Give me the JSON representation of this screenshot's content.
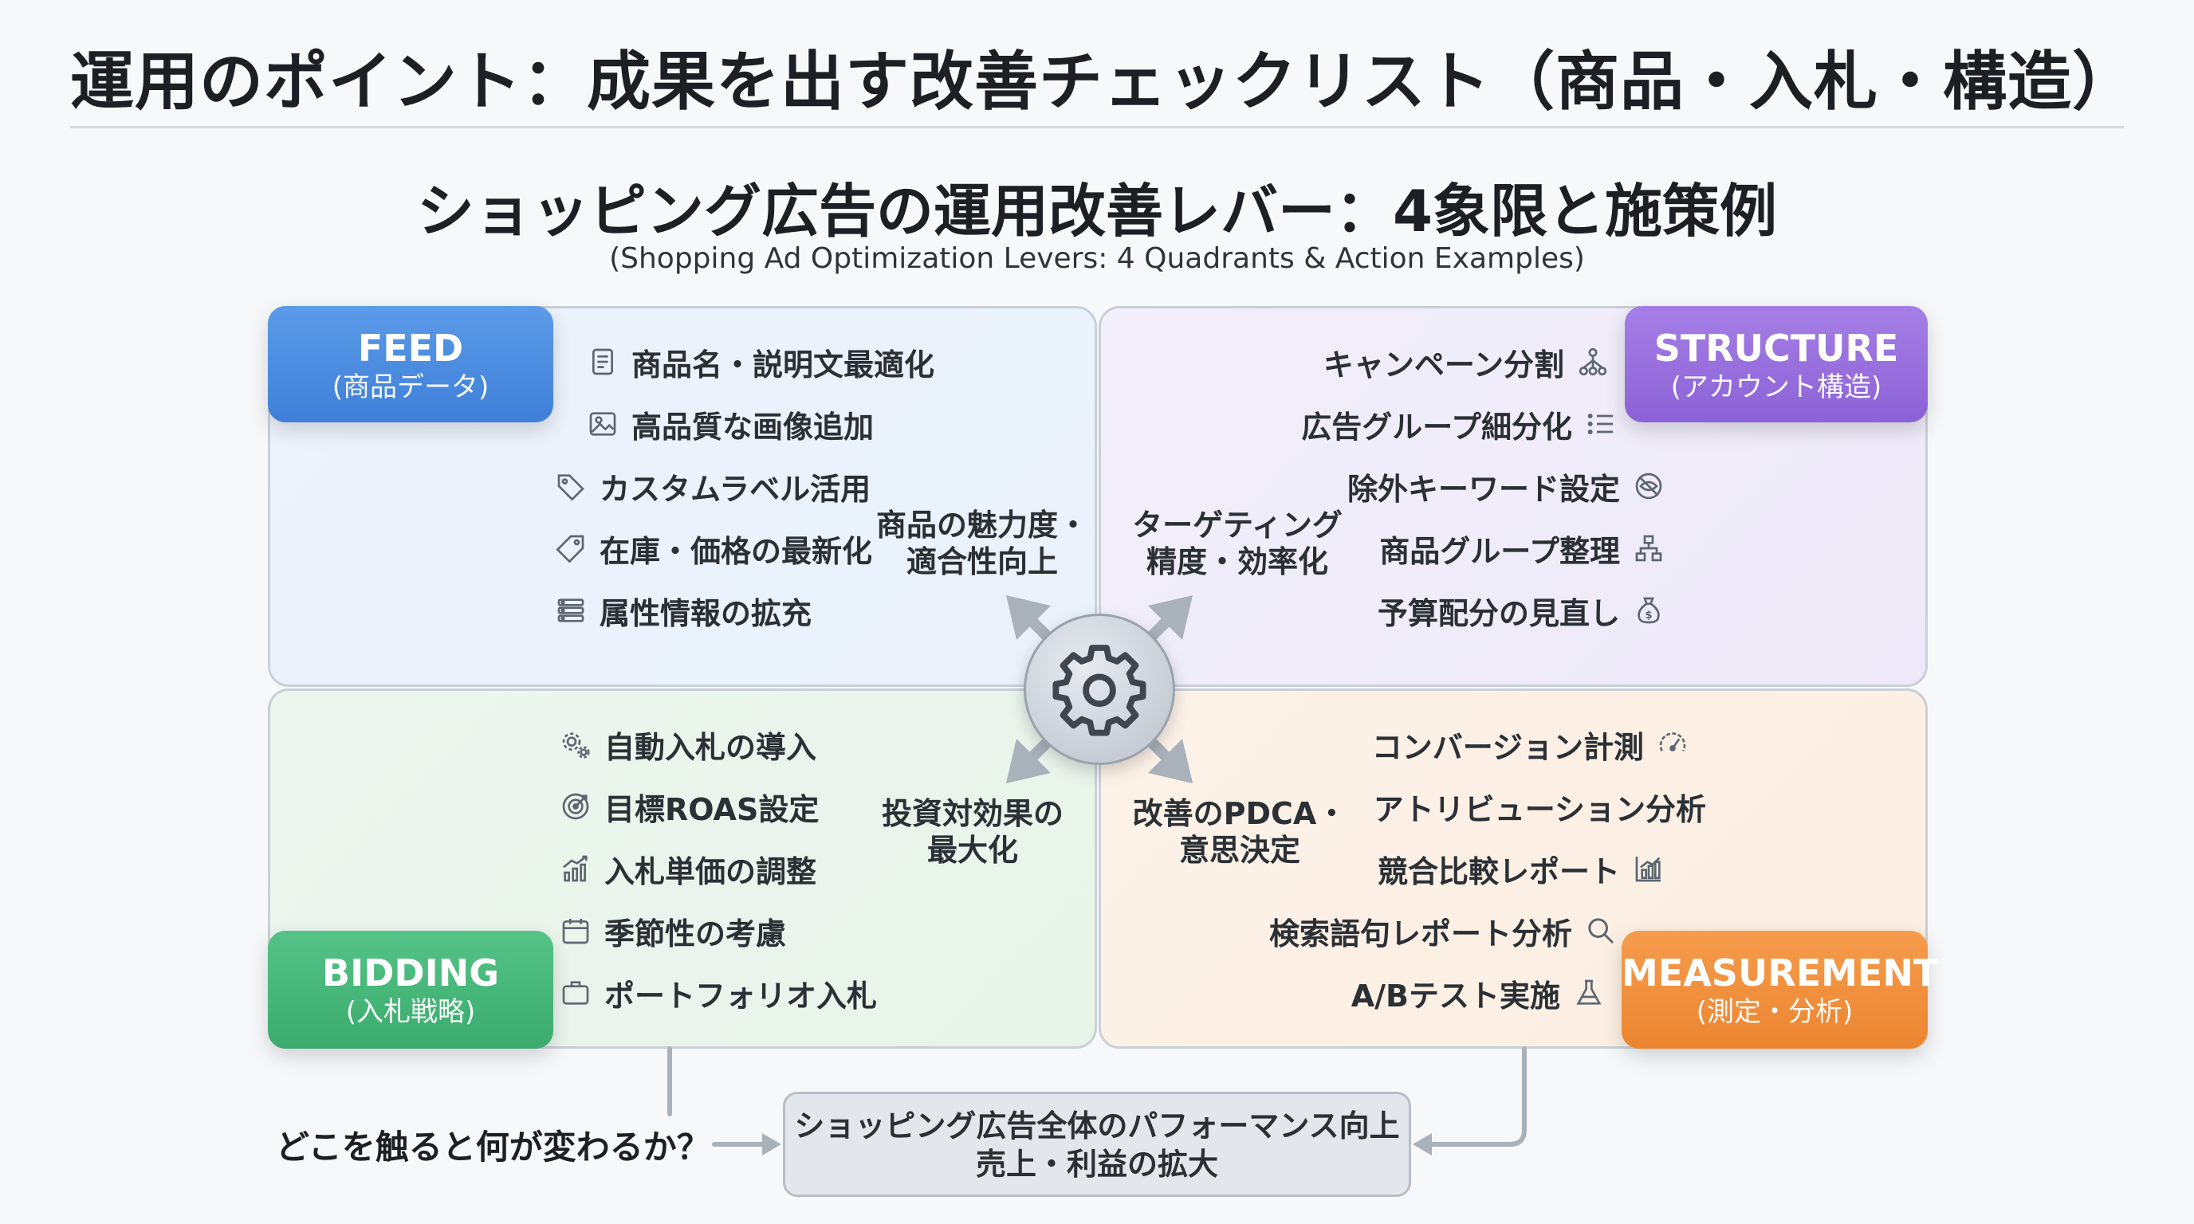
{
  "header": {
    "title": "運用のポイント：成果を出す改善チェックリスト（商品・入札・構造）"
  },
  "diagram": {
    "title": "ショッピング広告の運用改善レバー：4象限と施策例",
    "subtitle": "(Shopping Ad Optimization Levers: 4 Quadrants & Action Examples)"
  },
  "quadrants": {
    "feed": {
      "label_en": "FEED",
      "label_ja": "(商品データ)",
      "color": "#4a8ae0",
      "outcome": [
        "商品の魅力度・",
        "適合性向上"
      ],
      "items": [
        {
          "icon": "document-icon",
          "label": "商品名・説明文最適化"
        },
        {
          "icon": "image-icon",
          "label": "高品質な画像追加"
        },
        {
          "icon": "tag-icon",
          "label": "カスタムラベル活用"
        },
        {
          "icon": "price-tag-icon",
          "label": "在庫・価格の最新化"
        },
        {
          "icon": "database-icon",
          "label": "属性情報の拡充"
        }
      ]
    },
    "structure": {
      "label_en": "STRUCTURE",
      "label_ja": "(アカウント構造)",
      "color": "#9670dc",
      "outcome": [
        "ターゲティング",
        "精度・効率化"
      ],
      "items": [
        {
          "icon": "hierarchy-icon",
          "label": "キャンペーン分割"
        },
        {
          "icon": "list-icon",
          "label": "広告グループ細分化"
        },
        {
          "icon": "eye-off-icon",
          "label": "除外キーワード設定"
        },
        {
          "icon": "sitemap-icon",
          "label": "商品グループ整理"
        },
        {
          "icon": "money-bag-icon",
          "label": "予算配分の見直し"
        }
      ]
    },
    "bidding": {
      "label_en": "BIDDING",
      "label_ja": "(入札戦略)",
      "color": "#46b87a",
      "outcome": [
        "投資対効果の",
        "最大化"
      ],
      "items": [
        {
          "icon": "gears-icon",
          "label": "自動入札の導入"
        },
        {
          "icon": "target-icon",
          "label": "目標ROAS設定"
        },
        {
          "icon": "bar-trend-icon",
          "label": "入札単価の調整"
        },
        {
          "icon": "calendar-icon",
          "label": "季節性の考慮"
        },
        {
          "icon": "briefcase-icon",
          "label": "ポートフォリオ入札"
        }
      ]
    },
    "measurement": {
      "label_en": "MEASUREMENT",
      "label_ja": "(測定・分析)",
      "color": "#f0903c",
      "outcome": [
        "改善のPDCA・",
        "意思決定"
      ],
      "items": [
        {
          "icon": "gauge-icon",
          "label": "コンバージョン計測"
        },
        {
          "icon": "",
          "label": "アトリビューション分析"
        },
        {
          "icon": "bar-chart-icon",
          "label": "競合比較レポート"
        },
        {
          "icon": "search-icon",
          "label": "検索語句レポート分析"
        },
        {
          "icon": "flask-icon",
          "label": "A/Bテスト実施"
        }
      ]
    }
  },
  "hub": {
    "icon": "gear-icon"
  },
  "footer": {
    "question": "どこを触ると何が変わるか？",
    "outcome_line1": "ショッピング広告全体のパフォーマンス向上",
    "outcome_line2": "売上・利益の拡大"
  }
}
